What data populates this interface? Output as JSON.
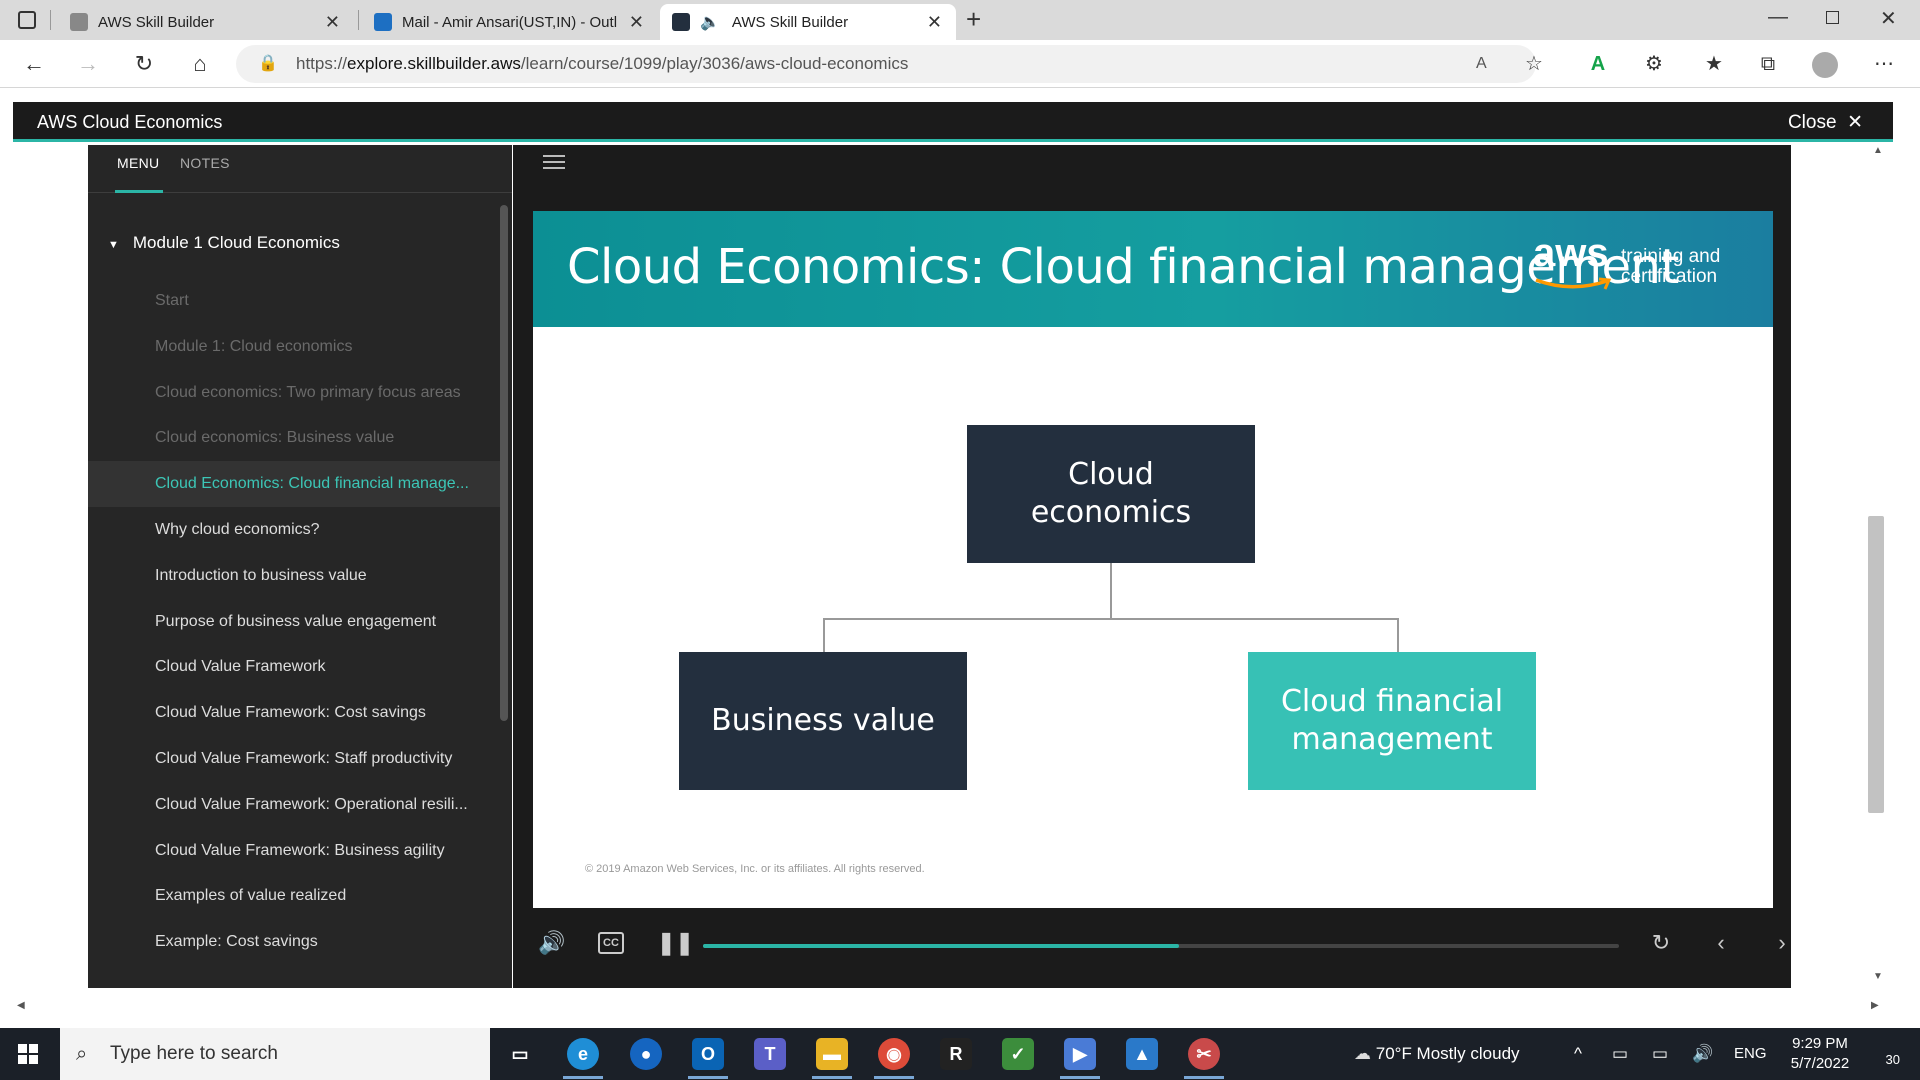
{
  "browser": {
    "tabs": [
      {
        "label": "AWS Skill Builder",
        "active": false
      },
      {
        "label": "Mail - Amir Ansari(UST,IN) - Outl",
        "active": false
      },
      {
        "label": "AWS Skill Builder",
        "active": true
      }
    ],
    "url_prefix": "https://",
    "url_host": "explore.skillbuilder.aws",
    "url_path": "/learn/course/1099/play/3036/aws-cloud-economics"
  },
  "header": {
    "title": "AWS Cloud Economics",
    "close_label": "Close"
  },
  "sidebar": {
    "tabs": [
      "MENU",
      "NOTES"
    ],
    "module": "Module 1 Cloud Economics",
    "items": [
      {
        "label": "Start",
        "state": "dim"
      },
      {
        "label": "Module 1: Cloud economics",
        "state": "dim"
      },
      {
        "label": "Cloud economics: Two primary focus areas",
        "state": "dim"
      },
      {
        "label": "Cloud economics: Business value",
        "state": "dim"
      },
      {
        "label": "Cloud Economics: Cloud financial manage...",
        "state": "current"
      },
      {
        "label": "Why cloud economics?",
        "state": "normal"
      },
      {
        "label": "Introduction to business value",
        "state": "normal"
      },
      {
        "label": "Purpose of business value engagement",
        "state": "normal"
      },
      {
        "label": "Cloud Value Framework",
        "state": "normal"
      },
      {
        "label": "Cloud Value Framework: Cost savings",
        "state": "normal"
      },
      {
        "label": "Cloud Value Framework: Staff productivity",
        "state": "normal"
      },
      {
        "label": "Cloud Value Framework: Operational resili...",
        "state": "normal"
      },
      {
        "label": "Cloud Value Framework: Business agility",
        "state": "normal"
      },
      {
        "label": "Examples of value realized",
        "state": "normal"
      },
      {
        "label": "Example: Cost savings",
        "state": "normal"
      }
    ]
  },
  "slide": {
    "title": "Cloud Economics: Cloud financial management",
    "logo_word": "aws",
    "logo_tag_1": "training and",
    "logo_tag_2": "certification",
    "top_box_1": "Cloud",
    "top_box_2": "economics",
    "left_box": "Business value",
    "right_box_1": "Cloud financial",
    "right_box_2": "management",
    "copyright": "© 2019 Amazon Web Services, Inc. or its affiliates. All rights reserved."
  },
  "player": {
    "progress_percent": 52
  },
  "colors": {
    "accent": "#2bb5a6",
    "dark_box": "#232f3e",
    "teal_box": "#37c1b5"
  },
  "taskbar": {
    "search_placeholder": "Type here to search",
    "weather": "70°F  Mostly cloudy",
    "lang": "ENG",
    "time": "9:29 PM",
    "date": "5/7/2022",
    "notif_count": "30"
  }
}
